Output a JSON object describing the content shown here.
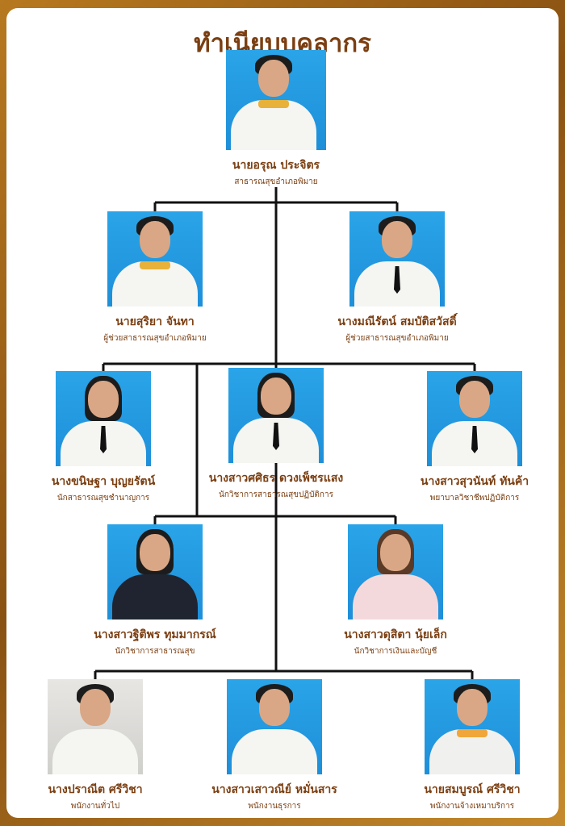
{
  "title": "ทำเนียบบุคลากร",
  "people": [
    {
      "name": "นายอรุณ ประจิตร",
      "role": "สาธารณสุขอำเภอพิมาย"
    },
    {
      "name": "นายสุริยา จันทา",
      "role": "ผู้ช่วยสาธารณสุขอำเภอพิมาย"
    },
    {
      "name": "นางมณีรัตน์ สมบัติสวัสดิ์",
      "role": "ผู้ช่วยสาธารณสุขอำเภอพิมาย"
    },
    {
      "name": "นางขนิษฐา บุญยรัตน์",
      "role": "นักสาธารณสุขชำนาญการ"
    },
    {
      "name": "นางสาวศศิธร ดวงเพ็ชรแสง",
      "role": "นักวิชาการสาธารณสุขปฏิบัติการ"
    },
    {
      "name": "นางสาวสุวนันท์ ทันค้า",
      "role": "พยาบาลวิชาชีพปฏิบัติการ"
    },
    {
      "name": "นางสาวฐิติพร ทุมมากรณ์",
      "role": "นักวิชาการสาธารณสุข"
    },
    {
      "name": "นางสาวดุสิตา นุ้ยเล็ก",
      "role": "นักวิชาการเงินและบัญชี"
    },
    {
      "name": "นางปราณีต ศรีวิชา",
      "role": "พนักงานทั่วไป"
    },
    {
      "name": "นางสาวเสาวณีย์ หมั่นสาร",
      "role": "พนักงานธุรการ"
    },
    {
      "name": "นายสมบูรณ์ ศรีวิชา",
      "role": "พนักงานจ้างเหมาบริการ"
    }
  ],
  "colors": {
    "accent": "#7b3f12",
    "photo_bg": "#1e8fd9",
    "frame": "#b7791f"
  }
}
